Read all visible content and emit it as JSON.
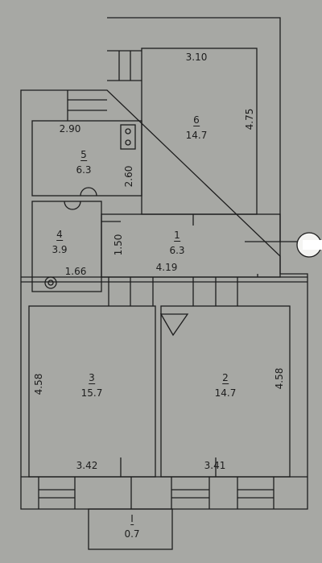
{
  "rooms": [
    {
      "number": "1",
      "area": "6.3"
    },
    {
      "number": "2",
      "area": "14.7"
    },
    {
      "number": "3",
      "area": "15.7"
    },
    {
      "number": "4",
      "area": "3.9"
    },
    {
      "number": "5",
      "area": "6.3"
    },
    {
      "number": "6",
      "area": "14.7"
    }
  ],
  "porch": {
    "number": "I",
    "area": "0.7"
  },
  "dimensions": {
    "room6_width": "3.10",
    "room6_length": "4.75",
    "room5_width": "2.90",
    "room5_length": "2.60",
    "corridor_length": "4.19",
    "corridor_width": "1.50",
    "room4_width": "1.66",
    "room3_length": "4.58",
    "room3_width": "3.42",
    "room2_length": "4.58",
    "room2_width": "3.41"
  },
  "colors": {
    "paper": "#a7a8a4",
    "line": "#1d1d1d"
  }
}
